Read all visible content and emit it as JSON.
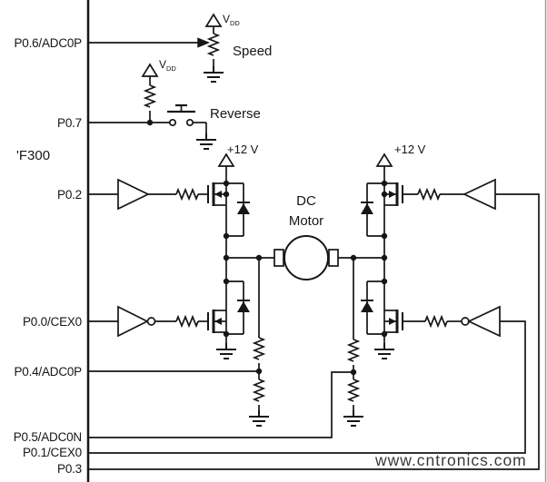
{
  "schematic": {
    "mcu_label": "'F300",
    "ports": {
      "p06": "P0.6/ADC0P",
      "p07": "P0.7",
      "p02": "P0.2",
      "p00": "P0.0/CEX0",
      "p04": "P0.4/ADC0P",
      "p05": "P0.5/ADC0N",
      "p01": "P0.1/CEX0",
      "p03": "P0.3"
    },
    "labels": {
      "speed": "Speed",
      "reverse": "Reverse",
      "motor_line1": "DC",
      "motor_line2": "Motor",
      "supply_left": "+12 V",
      "supply_right": "+12 V",
      "vdd_v": "V",
      "vdd_sub": "DD"
    },
    "watermark": "www.cntronics.com",
    "colors": {
      "ink": "#161616",
      "watermark": "#8fca8f",
      "border": "#9a9a9a",
      "background": "#ffffff"
    }
  }
}
